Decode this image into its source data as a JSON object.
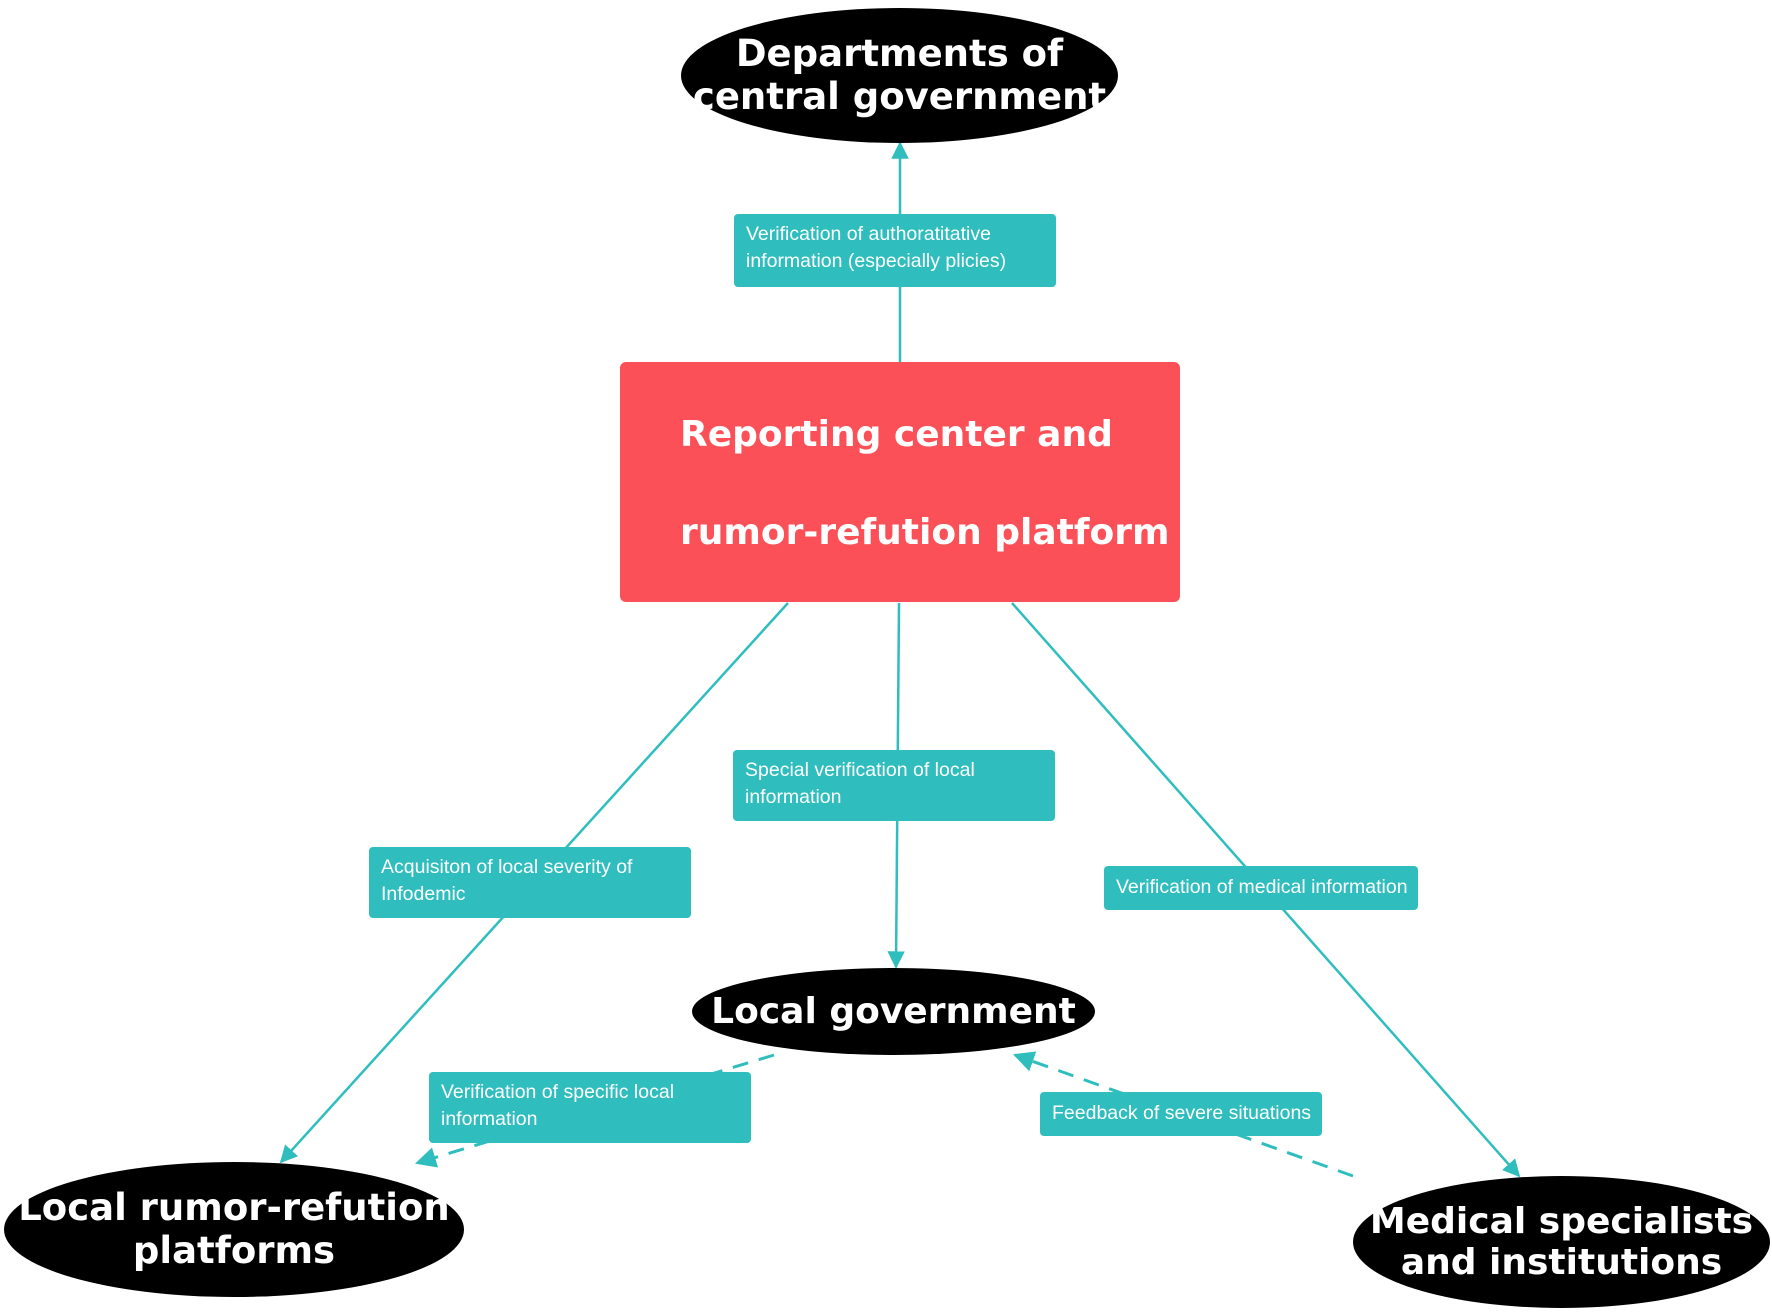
{
  "colors": {
    "center_fill": "#fb5058",
    "label_fill": "#2fbdbe",
    "edge": "#2fbdbe",
    "ellipse_fill": "#000000",
    "text": "#ffffff"
  },
  "nodes": {
    "central_government": {
      "line1": "Departments of",
      "line2": "central government"
    },
    "reporting_center": {
      "line1": "Reporting center and",
      "line2": "rumor-refution platform"
    },
    "local_government": {
      "line1": "Local government"
    },
    "local_platforms": {
      "line1": "Local rumor-refution",
      "line2": "platforms"
    },
    "medical": {
      "line1": "Medical specialists",
      "line2": "and institutions"
    }
  },
  "edge_labels": {
    "authoritative": {
      "line1": "Verification of authoratitative",
      "line2": "information (especially plicies)"
    },
    "special_local": {
      "line1": "Special verification of local",
      "line2": "information"
    },
    "acquisition": {
      "line1": "Acquisiton of local severity of",
      "line2": "Infodemic"
    },
    "medical_info": {
      "line1": "Verification of medical information"
    },
    "specific_local": {
      "line1": "Verification of specific local",
      "line2": "information"
    },
    "feedback": {
      "line1": "Feedback of severe situations"
    }
  }
}
